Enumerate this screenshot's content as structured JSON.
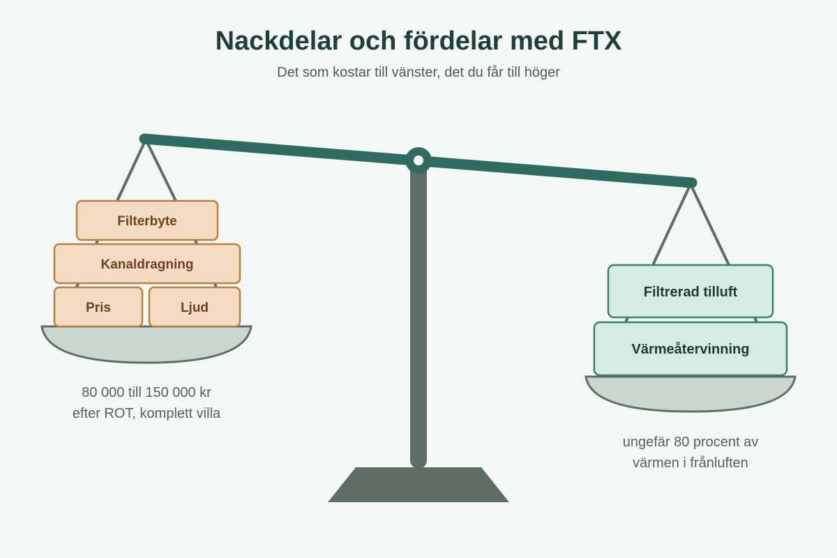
{
  "title": "Nackdelar och fördelar med FTX",
  "subtitle": "Det som kostar till vänster, det du får till höger",
  "left": {
    "items": [
      "Filterbyte",
      "Kanaldragning",
      "Pris",
      "Ljud"
    ],
    "caption": [
      "80 000 till 150 000 kr",
      "efter ROT, komplett villa"
    ]
  },
  "right": {
    "items": [
      "Filtrerad tilluft",
      "Värmeåtervinning"
    ],
    "caption": [
      "ungefär 80 procent av",
      "värmen i frånluften"
    ]
  },
  "colors": {
    "background": "#f3f7f5",
    "beam": "#2f6b5e",
    "stand": "#5e6e67",
    "left_box_fill": "#f4dcc3",
    "left_box_stroke": "#b9803e",
    "right_box_fill": "#d4ece4",
    "right_box_stroke": "#3c7f6e",
    "pan_fill": "#cad6d0"
  }
}
